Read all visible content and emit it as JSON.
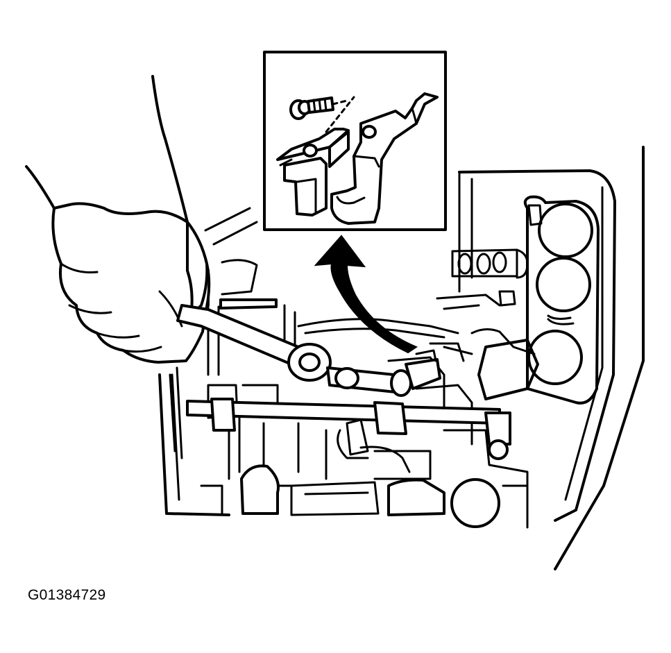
{
  "figure": {
    "id_label": "G01384729",
    "colors": {
      "ink": "#000000",
      "paper": "#ffffff"
    },
    "icons": [
      "hand-with-wrench",
      "curved-arrow-up",
      "bolt",
      "bracket",
      "valve-body"
    ]
  }
}
